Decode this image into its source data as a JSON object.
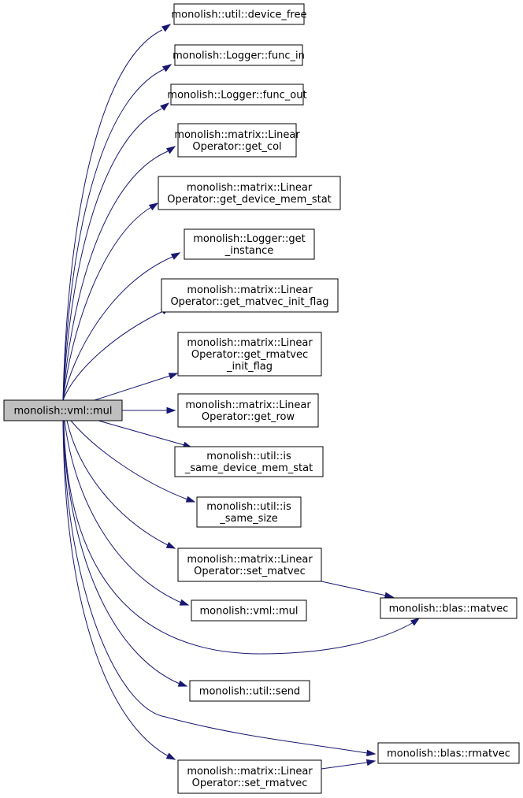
{
  "diagram": {
    "colors": {
      "edge": "#191970",
      "root_fill": "#bfbfbf",
      "node_fill": "#ffffff",
      "node_stroke": "#000000"
    },
    "root": {
      "id": "root",
      "lines": [
        "monolish::vml::mul"
      ]
    },
    "nodes": [
      {
        "id": "device_free",
        "lines": [
          "monolish::util::device_free"
        ]
      },
      {
        "id": "func_in",
        "lines": [
          "monolish::Logger::func_in"
        ]
      },
      {
        "id": "func_out",
        "lines": [
          "monolish::Logger::func_out"
        ]
      },
      {
        "id": "get_col",
        "lines": [
          "monolish::matrix::Linear",
          "Operator::get_col"
        ]
      },
      {
        "id": "get_device_mem_stat",
        "lines": [
          "monolish::matrix::Linear",
          "Operator::get_device_mem_stat"
        ]
      },
      {
        "id": "get_instance",
        "lines": [
          "monolish::Logger::get",
          "_instance"
        ]
      },
      {
        "id": "get_matvec_init_flag",
        "lines": [
          "monolish::matrix::Linear",
          "Operator::get_matvec_init_flag"
        ]
      },
      {
        "id": "get_rmatvec_init_flag",
        "lines": [
          "monolish::matrix::Linear",
          "Operator::get_rmatvec",
          "_init_flag"
        ]
      },
      {
        "id": "get_row",
        "lines": [
          "monolish::matrix::Linear",
          "Operator::get_row"
        ]
      },
      {
        "id": "is_same_device_mem_stat",
        "lines": [
          "monolish::util::is",
          "_same_device_mem_stat"
        ]
      },
      {
        "id": "is_same_size",
        "lines": [
          "monolish::util::is",
          "_same_size"
        ]
      },
      {
        "id": "set_matvec",
        "lines": [
          "monolish::matrix::Linear",
          "Operator::set_matvec"
        ]
      },
      {
        "id": "vml_mul",
        "lines": [
          "monolish::vml::mul"
        ]
      },
      {
        "id": "blas_matvec",
        "lines": [
          "monolish::blas::matvec"
        ]
      },
      {
        "id": "send",
        "lines": [
          "monolish::util::send"
        ]
      },
      {
        "id": "blas_rmatvec",
        "lines": [
          "monolish::blas::rmatvec"
        ]
      },
      {
        "id": "set_rmatvec",
        "lines": [
          "monolish::matrix::Linear",
          "Operator::set_rmatvec"
        ]
      }
    ],
    "edges": [
      {
        "from": "root",
        "to": "device_free"
      },
      {
        "from": "root",
        "to": "func_in"
      },
      {
        "from": "root",
        "to": "func_out"
      },
      {
        "from": "root",
        "to": "get_col"
      },
      {
        "from": "root",
        "to": "get_device_mem_stat"
      },
      {
        "from": "root",
        "to": "get_instance"
      },
      {
        "from": "root",
        "to": "get_matvec_init_flag"
      },
      {
        "from": "root",
        "to": "get_rmatvec_init_flag"
      },
      {
        "from": "root",
        "to": "get_row"
      },
      {
        "from": "root",
        "to": "is_same_device_mem_stat"
      },
      {
        "from": "root",
        "to": "is_same_size"
      },
      {
        "from": "root",
        "to": "set_matvec"
      },
      {
        "from": "root",
        "to": "vml_mul"
      },
      {
        "from": "root",
        "to": "blas_matvec"
      },
      {
        "from": "root",
        "to": "send"
      },
      {
        "from": "root",
        "to": "blas_rmatvec"
      },
      {
        "from": "root",
        "to": "set_rmatvec"
      },
      {
        "from": "set_matvec",
        "to": "blas_matvec"
      },
      {
        "from": "set_rmatvec",
        "to": "blas_rmatvec"
      }
    ]
  }
}
